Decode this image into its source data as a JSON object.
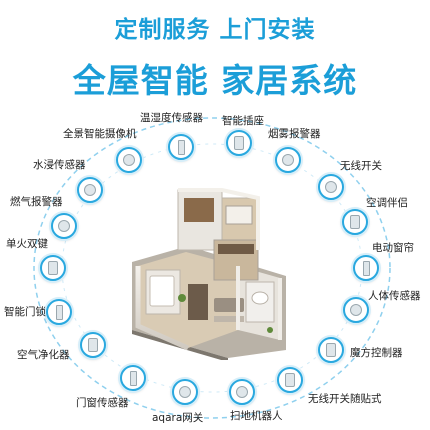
{
  "tagline": "定制服务 上门安装",
  "headline": "全屋智能 家居系统",
  "colors": {
    "accent": "#1b9ed8",
    "ring": "#29a8df",
    "text": "#222222"
  },
  "devices": [
    {
      "label": "温湿度传感器",
      "icon": "thermometer-icon"
    },
    {
      "label": "智能插座",
      "icon": "smart-plug-icon"
    },
    {
      "label": "全景智能摄像机",
      "icon": "camera-icon"
    },
    {
      "label": "烟雾报警器",
      "icon": "smoke-alarm-icon"
    },
    {
      "label": "水浸传感器",
      "icon": "water-sensor-icon"
    },
    {
      "label": "无线开关",
      "icon": "wireless-switch-icon"
    },
    {
      "label": "燃气报警器",
      "icon": "gas-alarm-icon"
    },
    {
      "label": "空调伴侣",
      "icon": "ac-companion-icon"
    },
    {
      "label": "单火双键",
      "icon": "wall-switch-icon"
    },
    {
      "label": "电动窗帘",
      "icon": "curtain-motor-icon"
    },
    {
      "label": "智能门锁",
      "icon": "door-lock-icon"
    },
    {
      "label": "人体传感器",
      "icon": "motion-sensor-icon"
    },
    {
      "label": "空气净化器",
      "icon": "air-purifier-icon"
    },
    {
      "label": "魔方控制器",
      "icon": "cube-controller-icon"
    },
    {
      "label": "门窗传感器",
      "icon": "door-window-sensor-icon"
    },
    {
      "label": "无线开关随贴式",
      "icon": "sticker-switch-icon"
    },
    {
      "label": "aqara网关",
      "icon": "gateway-icon"
    },
    {
      "label": "扫地机器人",
      "icon": "robot-vacuum-icon"
    }
  ]
}
